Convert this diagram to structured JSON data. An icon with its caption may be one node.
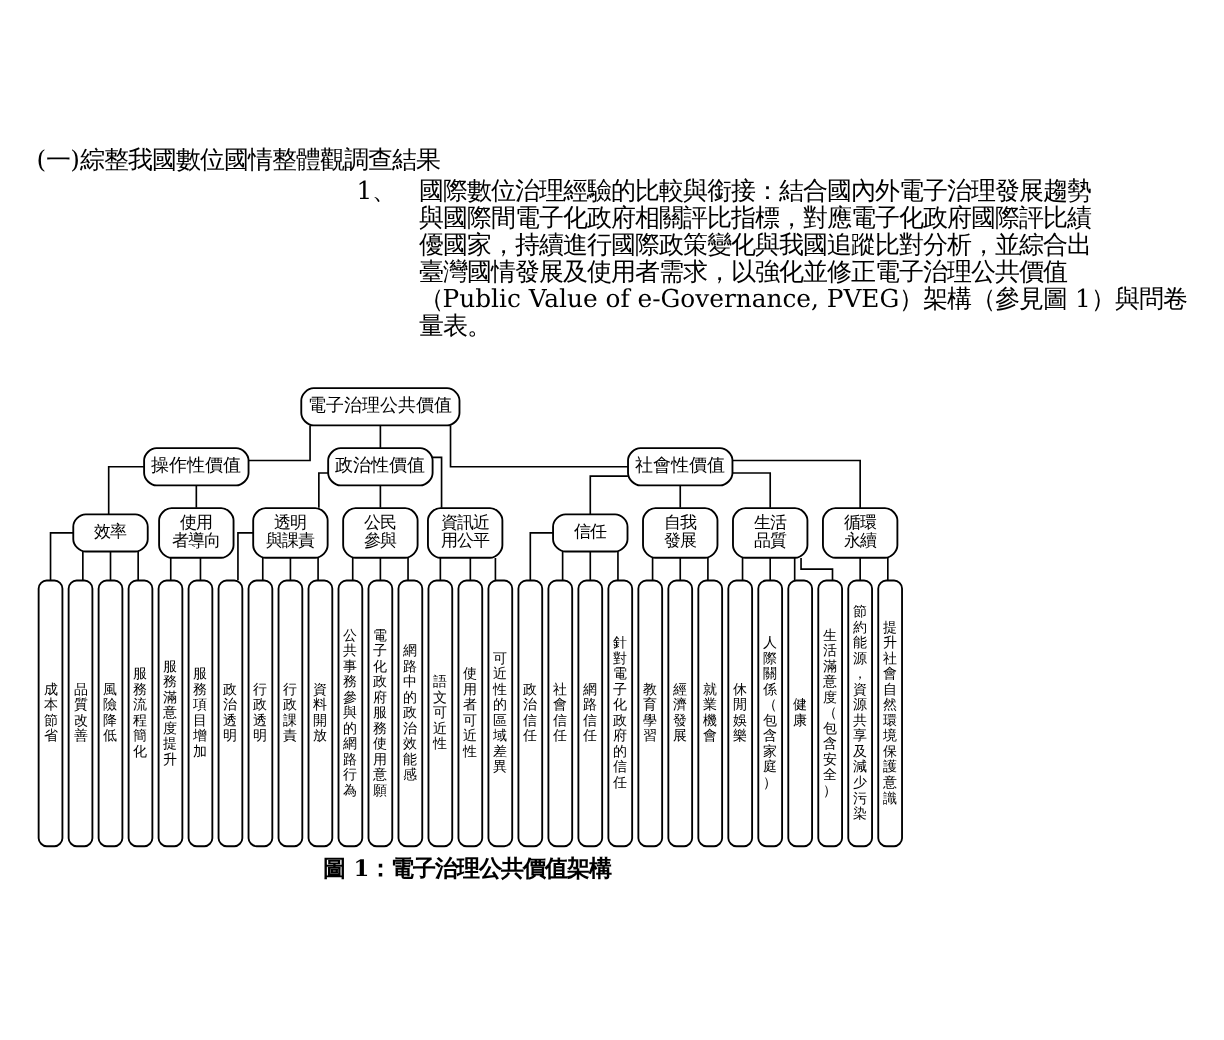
{
  "diagram": {
    "title": "(一)綜整我國數位國情整體觀調查結果",
    "caption": "圖 1：電子治理公共價值架構",
    "nodes": [
      {
        "text": [
          "電子治理公共價值"
        ]
      },
      {
        "text": [
          "操作性價值"
        ]
      },
      {
        "text": [
          "政治性價值"
        ]
      },
      {
        "text": [
          "社會性價值"
        ]
      },
      {
        "text": [
          "效率"
        ]
      },
      {
        "text": [
          "使用者導向"
        ]
      },
      {
        "text": [
          "透明與課責"
        ]
      },
      {
        "text": [
          "公民參與"
        ]
      },
      {
        "text": [
          "資訊近用公平"
        ]
      },
      {
        "text": [
          "信任"
        ]
      },
      {
        "text": [
          "自我發展"
        ]
      },
      {
        "text": [
          "生活品質"
        ]
      },
      {
        "text": [
          "循環永續"
        ]
      },
      {
        "text": [
          "成本節省"
        ]
      },
      {
        "text": [
          "品質改善"
        ]
      },
      {
        "text": [
          "風險降低"
        ]
      },
      {
        "text": [
          "服務流程簡化"
        ]
      },
      {
        "text": [
          "服務滿意度提升"
        ]
      },
      {
        "text": [
          "服務項目增加"
        ]
      },
      {
        "text": [
          "政治透明"
        ]
      },
      {
        "text": [
          "行政透明"
        ]
      },
      {
        "text": [
          "行政課責"
        ]
      },
      {
        "text": [
          "資料開放"
        ]
      },
      {
        "text": [
          "公共事務參與的網路行為"
        ]
      },
      {
        "text": [
          "電子化政府服務使用意願"
        ]
      },
      {
        "text": [
          "網路中的政治效能感"
        ]
      },
      {
        "text": [
          "語文可近性"
        ]
      },
      {
        "text": [
          "使用者可近性"
        ]
      },
      {
        "text": [
          "可近性的區域差異"
        ]
      },
      {
        "text": [
          "政治信任"
        ]
      },
      {
        "text": [
          "社會信任"
        ]
      },
      {
        "text": [
          "網路信任"
        ]
      },
      {
        "text": [
          "針對電子化政府的信任"
        ]
      },
      {
        "text": [
          "教育學習"
        ]
      },
      {
        "text": [
          "經濟發展"
        ]
      },
      {
        "text": [
          "就業機會"
        ]
      },
      {
        "text": [
          "休閒娛樂"
        ]
      },
      {
        "text": [
          "人際關係（包含家庭）"
        ]
      },
      {
        "text": [
          "健康"
        ]
      },
      {
        "text": [
          "生活滿意度（包含安全）"
        ]
      },
      {
        "text": [
          "節約能源，資源共享及減少污染"
        ]
      },
      {
        "text": [
          "提升社會自然環境保護意識"
        ]
      }
    ],
    "edges": [
      {
        "from": 0,
        "to": 1,
        "arrow": "none"
      },
      {
        "from": 0,
        "to": 2,
        "arrow": "none"
      },
      {
        "from": 0,
        "to": 3,
        "arrow": "none"
      },
      {
        "from": 1,
        "to": 4,
        "arrow": "none"
      },
      {
        "from": 1,
        "to": 5,
        "arrow": "none"
      },
      {
        "from": 2,
        "to": 6,
        "arrow": "none"
      },
      {
        "from": 2,
        "to": 7,
        "arrow": "none"
      },
      {
        "from": 2,
        "to": 8,
        "arrow": "none"
      },
      {
        "from": 3,
        "to": 9,
        "arrow": "none"
      },
      {
        "from": 3,
        "to": 10,
        "arrow": "none"
      },
      {
        "from": 3,
        "to": 11,
        "arrow": "none"
      },
      {
        "from": 3,
        "to": 12,
        "arrow": "none"
      },
      {
        "from": 4,
        "to": 13,
        "arrow": "none"
      },
      {
        "from": 4,
        "to": 14,
        "arrow": "none"
      },
      {
        "from": 4,
        "to": 15,
        "arrow": "none"
      },
      {
        "from": 4,
        "to": 16,
        "arrow": "none"
      },
      {
        "from": 5,
        "to": 17,
        "arrow": "none"
      },
      {
        "from": 5,
        "to": 18,
        "arrow": "none"
      },
      {
        "from": 6,
        "to": 19,
        "arrow": "none"
      },
      {
        "from": 6,
        "to": 20,
        "arrow": "none"
      },
      {
        "from": 6,
        "to": 21,
        "arrow": "none"
      },
      {
        "from": 6,
        "to": 22,
        "arrow": "none"
      },
      {
        "from": 7,
        "to": 23,
        "arrow": "none"
      },
      {
        "from": 7,
        "to": 24,
        "arrow": "none"
      },
      {
        "from": 7,
        "to": 25,
        "arrow": "none"
      },
      {
        "from": 8,
        "to": 26,
        "arrow": "none"
      },
      {
        "from": 8,
        "to": 27,
        "arrow": "none"
      },
      {
        "from": 8,
        "to": 28,
        "arrow": "none"
      },
      {
        "from": 9,
        "to": 29,
        "arrow": "none"
      },
      {
        "from": 9,
        "to": 30,
        "arrow": "none"
      },
      {
        "from": 9,
        "to": 31,
        "arrow": "none"
      },
      {
        "from": 9,
        "to": 32,
        "arrow": "none"
      },
      {
        "from": 10,
        "to": 33,
        "arrow": "none"
      },
      {
        "from": 10,
        "to": 34,
        "arrow": "none"
      },
      {
        "from": 10,
        "to": 35,
        "arrow": "none"
      },
      {
        "from": 11,
        "to": 36,
        "arrow": "none"
      },
      {
        "from": 11,
        "to": 37,
        "arrow": "none"
      },
      {
        "from": 11,
        "to": 38,
        "arrow": "none"
      },
      {
        "from": 11,
        "to": 39,
        "arrow": "none"
      },
      {
        "from": 12,
        "to": 40,
        "arrow": "none"
      },
      {
        "from": 12,
        "to": 41,
        "arrow": "none"
      }
    ],
    "labels": [
      "1、",
      "國際數位治理經驗的比較與銜接：結合國內外電子治理發展趨勢與國際間電子化政府相關評比指標，對應電子化政府國際評比績優國家，持續進行國際政策變化與我國追蹤比對分析，並綜合出臺灣國情發展及使用者需求，以強化並修正電子治理公共價值（Public Value of e-Governance, PVEG）架構（參見圖 1）與問卷量表。"
    ]
  }
}
